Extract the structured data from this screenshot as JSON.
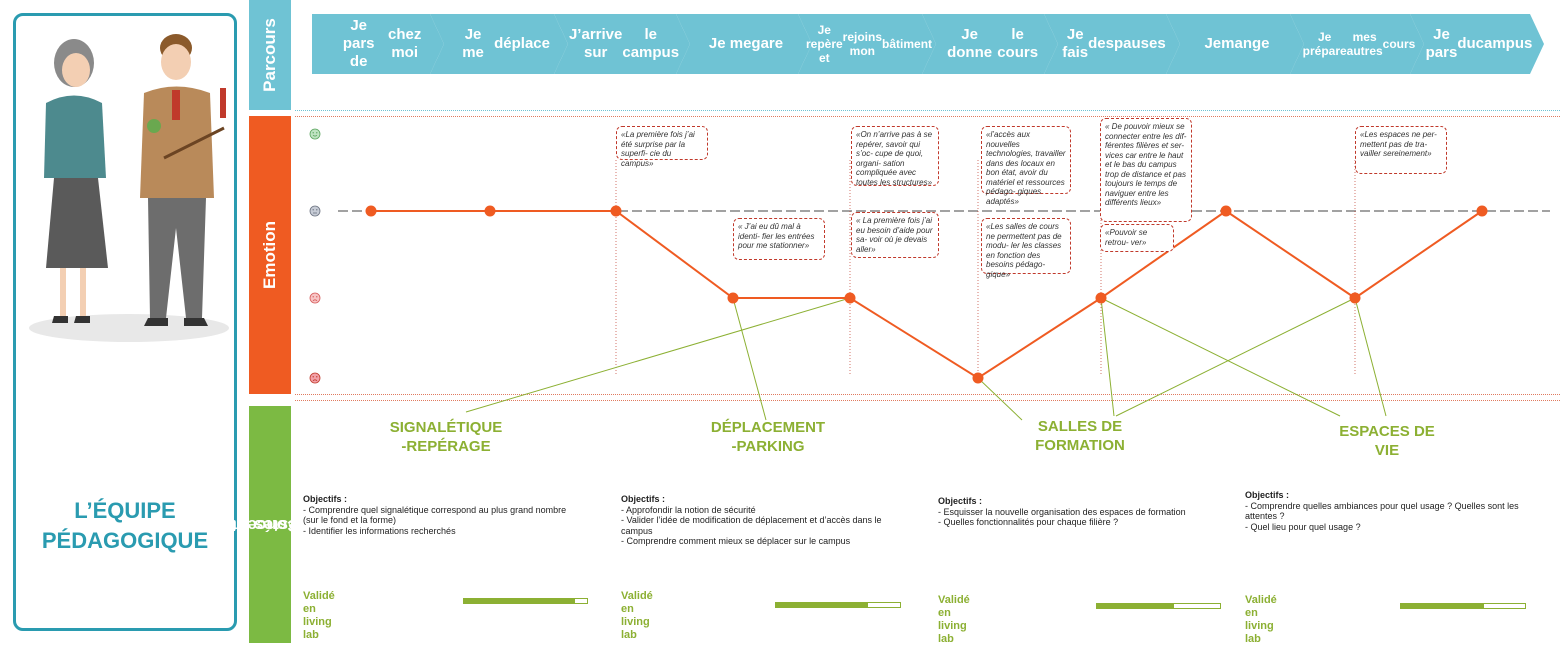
{
  "persona": {
    "title_line1": "L’ÉQUIPE",
    "title_line2": "PÉDAGOGIQUE"
  },
  "bands": {
    "parcours": "Parcours",
    "emotion": "Emotion",
    "concepts_line1": "Concepts",
    "concepts_line2": "testés"
  },
  "stages": [
    {
      "lines": [
        "Je pars de",
        "chez moi"
      ]
    },
    {
      "lines": [
        "Je me",
        "déplace"
      ]
    },
    {
      "lines": [
        "J’arrive sur",
        "le campus"
      ]
    },
    {
      "lines": [
        "Je me",
        "gare"
      ]
    },
    {
      "lines": [
        "Je repère et",
        "rejoins mon",
        "bâtiment"
      ],
      "small": true
    },
    {
      "lines": [
        "Je donne",
        "le  cours"
      ]
    },
    {
      "lines": [
        "Je fais",
        "des",
        "pauses"
      ]
    },
    {
      "lines": [
        "Je",
        "mange"
      ]
    },
    {
      "lines": [
        "Je prépare",
        "mes autres",
        "cours"
      ],
      "small": true
    },
    {
      "lines": [
        "Je pars",
        "du",
        "campus"
      ]
    }
  ],
  "emotion_levels": [
    "happy",
    "neutral",
    "sad",
    "very-sad"
  ],
  "emotion_points": [
    1,
    1,
    1,
    2,
    2,
    3,
    2,
    1,
    2,
    1
  ],
  "colors": {
    "parcours": "#6fc3d4",
    "emotion": "#ef5b22",
    "concepts": "#7cba43",
    "accent": "#2a9bb0",
    "concept_text": "#8cb033"
  },
  "quotes": [
    {
      "text": "«La première fois j’ai été  surprise par la superfi-  cie du campus»"
    },
    {
      "text": "« J’ai eu dû mal à identi-  fier les entrées pour me  stationner»"
    },
    {
      "text": "«On n’arrive pas à se repérer, savoir qui s’oc-  cupe de quoi, organi-  sation compliquée avec toutes les structures»"
    },
    {
      "text": "« La première fois j’ai eu  besoin d’aide pour sa-  voir où je devais aller»"
    },
    {
      "text": "«l’accès aux nouvelles technologies, travailler dans des locaux en bon  état, avoir du matériel  et ressources pédago-  giques adaptés»"
    },
    {
      "text": "«Les salles de cours ne permettent pas de modu-  ler les classes en fonction  des besoins pédago-  gique»"
    },
    {
      "text": "« De pouvoir mieux se connecter entre les dif-  férentes filières et ser-  vices car entre le haut  et le bas du campus  trop de distance et  pas toujours le temps  de naviguer entre les différents lieux»"
    },
    {
      "text": "«Pouvoir se retrou-  ver»"
    },
    {
      "text": "«Les espaces ne per-  mettent pas de tra-  vailler sereinement»"
    }
  ],
  "concepts": [
    {
      "name_lines": [
        "SIGNALÉTIQUE",
        "-REPÉRAGE"
      ],
      "objectifs_title": "Objectifs :",
      "objectifs": [
        "- Comprendre quel signalétique correspond au plus grand nombre",
        "(sur le fond et la forme)",
        "- Identifier les informations recherchés"
      ],
      "validated_lines": [
        "Validé",
        "en",
        "living",
        "lab"
      ],
      "progress": 0.9
    },
    {
      "name_lines": [
        "DÉPLACEMENT",
        "-PARKING"
      ],
      "objectifs_title": "Objectifs :",
      "objectifs": [
        "- Approfondir la notion de sécurité",
        "- Valider l’idée de modification de déplacement et d’accès dans le",
        "campus",
        "- Comprendre comment mieux se déplacer sur le campus"
      ],
      "validated_lines": [
        "Validé",
        "en",
        "living",
        "lab"
      ],
      "progress": 0.74
    },
    {
      "name_lines": [
        "SALLES DE",
        "FORMATION"
      ],
      "objectifs_title": "Objectifs :",
      "objectifs": [
        "- Esquisser la nouvelle organisation des espaces de formation",
        "- Quelles fonctionnalités pour chaque filière ?"
      ],
      "validated_lines": [
        "Validé",
        "en",
        "living",
        "lab"
      ],
      "progress": 0.63
    },
    {
      "name_lines": [
        "ESPACES DE",
        "VIE"
      ],
      "objectifs_title": "Objectifs :",
      "objectifs": [
        "- Comprendre quelles ambiances pour quel usage ? Quelles sont les",
        "attentes ?",
        "- Quel lieu pour quel usage ?"
      ],
      "validated_lines": [
        "Validé",
        "en",
        "living",
        "lab"
      ],
      "progress": 0.67
    }
  ]
}
